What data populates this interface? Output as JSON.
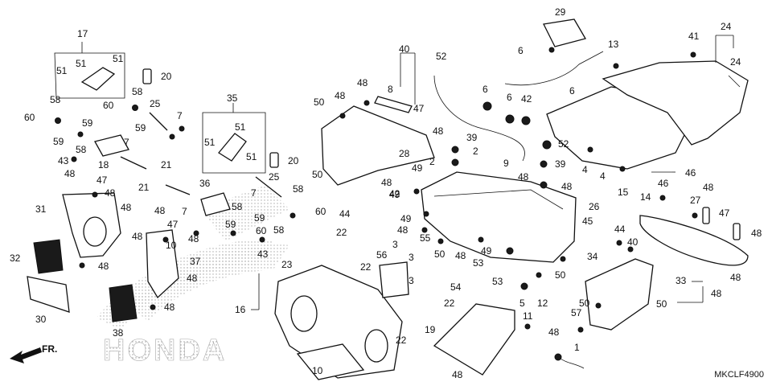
{
  "diagram_code": "MKCLF4900",
  "direction_label": "FR.",
  "watermark_brand": "HONDA",
  "labels": [
    {
      "id": "l17",
      "text": "17"
    },
    {
      "id": "l51a",
      "text": "51"
    },
    {
      "id": "l51b",
      "text": "51"
    },
    {
      "id": "l51c",
      "text": "51"
    },
    {
      "id": "l20a",
      "text": "20"
    },
    {
      "id": "l58a",
      "text": "58"
    },
    {
      "id": "l60a",
      "text": "60"
    },
    {
      "id": "l60b",
      "text": "60"
    },
    {
      "id": "l25a",
      "text": "25"
    },
    {
      "id": "l7a",
      "text": "7"
    },
    {
      "id": "l59a",
      "text": "59"
    },
    {
      "id": "l59b",
      "text": "59"
    },
    {
      "id": "l59c",
      "text": "59"
    },
    {
      "id": "l58b",
      "text": "58"
    },
    {
      "id": "l58c",
      "text": "58"
    },
    {
      "id": "l43a",
      "text": "43"
    },
    {
      "id": "l7b",
      "text": "7"
    },
    {
      "id": "l18",
      "text": "18"
    },
    {
      "id": "l21a",
      "text": "21"
    },
    {
      "id": "l21b",
      "text": "21"
    },
    {
      "id": "l48a",
      "text": "48"
    },
    {
      "id": "l47a",
      "text": "47"
    },
    {
      "id": "l48b",
      "text": "48"
    },
    {
      "id": "l31",
      "text": "31"
    },
    {
      "id": "l48c",
      "text": "48"
    },
    {
      "id": "l32",
      "text": "32"
    },
    {
      "id": "l48d",
      "text": "48"
    },
    {
      "id": "l30",
      "text": "30"
    },
    {
      "id": "l38",
      "text": "38"
    },
    {
      "id": "l35",
      "text": "35"
    },
    {
      "id": "l51d",
      "text": "51"
    },
    {
      "id": "l51e",
      "text": "51"
    },
    {
      "id": "l51f",
      "text": "51"
    },
    {
      "id": "l20b",
      "text": "20"
    },
    {
      "id": "l25b",
      "text": "25"
    },
    {
      "id": "l36",
      "text": "36"
    },
    {
      "id": "l7c",
      "text": "7"
    },
    {
      "id": "l7d",
      "text": "7"
    },
    {
      "id": "l58d",
      "text": "58"
    },
    {
      "id": "l60c",
      "text": "60"
    },
    {
      "id": "l58e",
      "text": "58"
    },
    {
      "id": "l59d",
      "text": "59"
    },
    {
      "id": "l59e",
      "text": "59"
    },
    {
      "id": "l60d",
      "text": "60"
    },
    {
      "id": "l58f",
      "text": "58"
    },
    {
      "id": "l43b",
      "text": "43"
    },
    {
      "id": "l48e",
      "text": "48"
    },
    {
      "id": "l48f",
      "text": "48"
    },
    {
      "id": "l48g",
      "text": "48"
    },
    {
      "id": "l47b",
      "text": "47"
    },
    {
      "id": "l37",
      "text": "37"
    },
    {
      "id": "l48h",
      "text": "48"
    },
    {
      "id": "l48i",
      "text": "48"
    },
    {
      "id": "l10a",
      "text": "10"
    },
    {
      "id": "l23",
      "text": "23"
    },
    {
      "id": "l16",
      "text": "16"
    },
    {
      "id": "l10b",
      "text": "10"
    },
    {
      "id": "l22a",
      "text": "22"
    },
    {
      "id": "l22b",
      "text": "22"
    },
    {
      "id": "l22c",
      "text": "22"
    },
    {
      "id": "l22d",
      "text": "22"
    },
    {
      "id": "l19",
      "text": "19"
    },
    {
      "id": "l56",
      "text": "56"
    },
    {
      "id": "l3a",
      "text": "3"
    },
    {
      "id": "l3b",
      "text": "3"
    },
    {
      "id": "l3c",
      "text": "3"
    },
    {
      "id": "l54",
      "text": "54"
    },
    {
      "id": "l50a",
      "text": "50"
    },
    {
      "id": "l48j",
      "text": "48"
    },
    {
      "id": "l55",
      "text": "55"
    },
    {
      "id": "l48k",
      "text": "48"
    },
    {
      "id": "l53a",
      "text": "53"
    },
    {
      "id": "l49a",
      "text": "49"
    },
    {
      "id": "l49b",
      "text": "49"
    },
    {
      "id": "l49c",
      "text": "49"
    },
    {
      "id": "l50b",
      "text": "50"
    },
    {
      "id": "l53b",
      "text": "53"
    },
    {
      "id": "l5",
      "text": "5"
    },
    {
      "id": "l12",
      "text": "12"
    },
    {
      "id": "l48l",
      "text": "48"
    },
    {
      "id": "l11",
      "text": "11"
    },
    {
      "id": "l40a",
      "text": "40"
    },
    {
      "id": "l8",
      "text": "8"
    },
    {
      "id": "l47c",
      "text": "47"
    },
    {
      "id": "l48m",
      "text": "48"
    },
    {
      "id": "l48n",
      "text": "48"
    },
    {
      "id": "l50c",
      "text": "50"
    },
    {
      "id": "l50d",
      "text": "50"
    },
    {
      "id": "l44",
      "text": "44"
    },
    {
      "id": "l48o",
      "text": "48"
    },
    {
      "id": "l48p",
      "text": "48"
    },
    {
      "id": "l49d",
      "text": "49"
    },
    {
      "id": "l28",
      "text": "28"
    },
    {
      "id": "l42a",
      "text": "42"
    },
    {
      "id": "l52a",
      "text": "52"
    },
    {
      "id": "l39a",
      "text": "39"
    },
    {
      "id": "l2a",
      "text": "2"
    },
    {
      "id": "l2b",
      "text": "2"
    },
    {
      "id": "l9",
      "text": "9"
    },
    {
      "id": "l26",
      "text": "26"
    },
    {
      "id": "l45",
      "text": "45"
    },
    {
      "id": "l29",
      "text": "29"
    },
    {
      "id": "l6a",
      "text": "6"
    },
    {
      "id": "l6b",
      "text": "6"
    },
    {
      "id": "l6c",
      "text": "6"
    },
    {
      "id": "l6d",
      "text": "6"
    },
    {
      "id": "l42b",
      "text": "42"
    },
    {
      "id": "l52b",
      "text": "52"
    },
    {
      "id": "l39b",
      "text": "39"
    },
    {
      "id": "l48q",
      "text": "48"
    },
    {
      "id": "l48r",
      "text": "48"
    },
    {
      "id": "l4a",
      "text": "4"
    },
    {
      "id": "l4b",
      "text": "4"
    },
    {
      "id": "l15",
      "text": "15"
    },
    {
      "id": "l14",
      "text": "14"
    },
    {
      "id": "l46a",
      "text": "46"
    },
    {
      "id": "l46b",
      "text": "46"
    },
    {
      "id": "l13",
      "text": "13"
    },
    {
      "id": "l41",
      "text": "41"
    },
    {
      "id": "l24a",
      "text": "24"
    },
    {
      "id": "l24b",
      "text": "24"
    },
    {
      "id": "l48s",
      "text": "48"
    },
    {
      "id": "l48t",
      "text": "48"
    },
    {
      "id": "l27",
      "text": "27"
    },
    {
      "id": "l47d",
      "text": "47"
    },
    {
      "id": "l48u",
      "text": "48"
    },
    {
      "id": "l44b",
      "text": "44"
    },
    {
      "id": "l40b",
      "text": "40"
    },
    {
      "id": "l34",
      "text": "34"
    },
    {
      "id": "l33",
      "text": "33"
    },
    {
      "id": "l48v",
      "text": "48"
    },
    {
      "id": "l50e",
      "text": "50"
    },
    {
      "id": "l50f",
      "text": "50"
    },
    {
      "id": "l57",
      "text": "57"
    },
    {
      "id": "l1",
      "text": "1"
    },
    {
      "id": "l48w",
      "text": "48"
    }
  ]
}
